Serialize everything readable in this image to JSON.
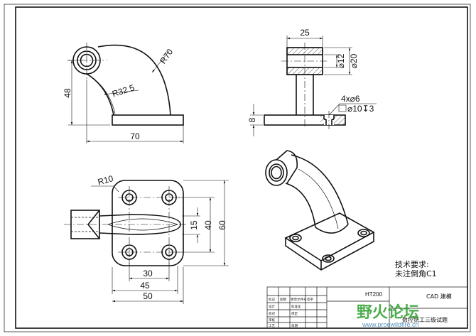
{
  "dimensions": {
    "front": {
      "height": "48",
      "width": "70",
      "r_outer": "R70",
      "r_inner": "R32.5"
    },
    "side": {
      "width": "25",
      "d_inner": "⌀12",
      "d_outer": "⌀20",
      "holes": "4x⌀6",
      "counterbore": "⌀10↧3",
      "base_h": "8"
    },
    "top": {
      "r_corner": "R10",
      "slot": "15",
      "inner_h": "40",
      "outer_h": "60",
      "hole_spacing": "30",
      "inner_w": "45",
      "outer_w": "50"
    }
  },
  "notes": {
    "title": "技术要求:",
    "line1": "未注倒角C1"
  },
  "title_block": {
    "material": "HT200",
    "model_tag": "CAD 建模",
    "exam": "数控铣工三级试题",
    "rows": [
      "标记",
      "处数",
      "更改文件号",
      "签字",
      "设计",
      "标准化",
      "校对",
      "审定",
      "审核",
      "工艺",
      "日期"
    ]
  },
  "watermark": {
    "name": "野火论坛",
    "url": "www.proewildfire.cn"
  }
}
